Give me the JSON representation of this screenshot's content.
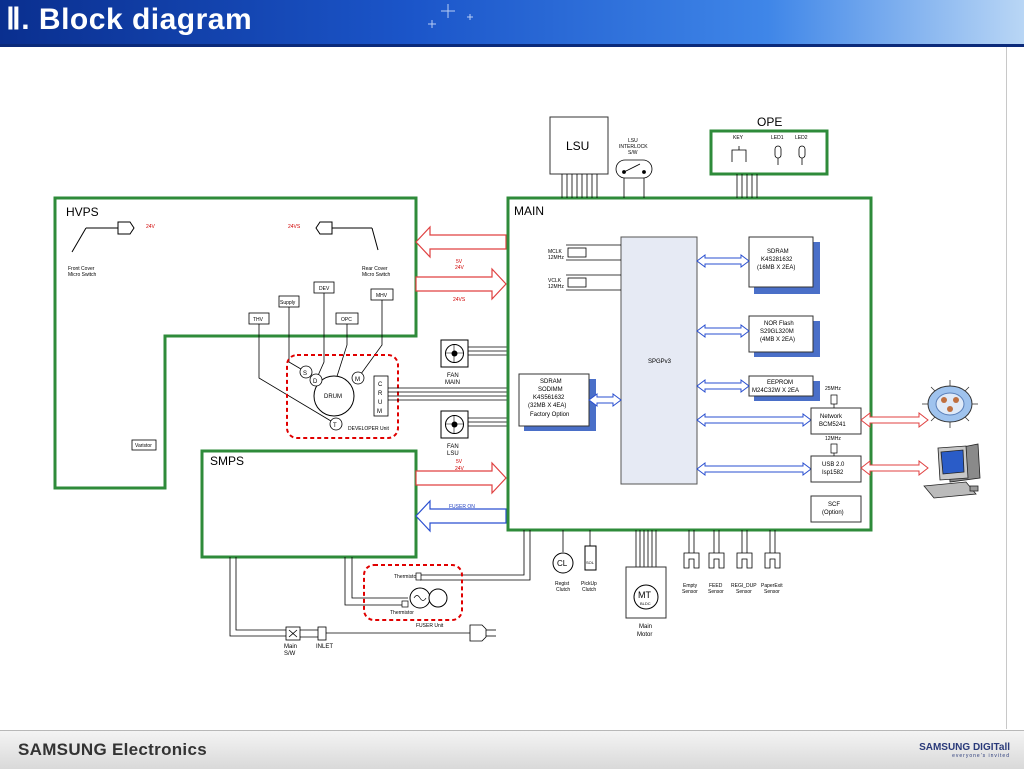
{
  "header": {
    "title": "Ⅱ. Block diagram"
  },
  "footer": {
    "left": "SAMSUNG Electronics",
    "right": "SAMSUNG DIGITall",
    "tagline": "everyone's invited"
  },
  "blocks": {
    "hvps": "HVPS",
    "main": "MAIN",
    "smps": "SMPS",
    "ope": "OPE",
    "lsu": "LSU",
    "lsu_interlock": [
      "LSU",
      "INTERLOCK",
      "S/W"
    ],
    "key": "KEY",
    "led1": "LED1",
    "led2": "LED2",
    "v24": "24V",
    "v24s": "24VS",
    "front_cover": [
      "Front Cover",
      "Micro Switch"
    ],
    "rear_cover": [
      "Rear Cover",
      "Micro Switch"
    ],
    "thv": "THV",
    "supply": "Supply",
    "dev": "DEV",
    "opc": "OPC",
    "mhv": "MHV",
    "varistor": "Varistor",
    "drum": "DRUM",
    "s": "S",
    "d": "D",
    "m": "M",
    "t": "T",
    "crum": [
      "C",
      "R",
      "U",
      "M"
    ],
    "developer_unit": "DEVELOPER Unit",
    "fan_main": [
      "FAN",
      "MAIN"
    ],
    "fan_lsu": [
      "FAN",
      "LSU"
    ],
    "arrow_5v_24v": [
      "5V",
      "24V"
    ],
    "arrow_24vs": "24VS",
    "arrow_smps_5v_24v": [
      "5V",
      "24V"
    ],
    "fuser_on": "FUSER ON",
    "mclk": [
      "MCLK",
      "12MHz"
    ],
    "vclk": [
      "VCLK",
      "12MHz"
    ],
    "sdram_main": [
      "SDRAM",
      "K4S281632",
      "(16MB X 2EA)"
    ],
    "nor_flash": [
      "NOR Flash",
      "S29GL320M",
      "(4MB X 2EA)"
    ],
    "eeprom": [
      "EEPROM",
      "M24C32W X 2EA"
    ],
    "spgp": "SPGPv3",
    "sodimm": [
      "SDRAM",
      "SODIMM",
      "K4S561632",
      "(32MB X 4EA)",
      "Factory Option"
    ],
    "mhz25": "25MHz",
    "network": [
      "Network",
      "BCM5241"
    ],
    "mhz12": "12MHz",
    "usb": [
      "USB 2.0",
      "Isp1582"
    ],
    "scf": [
      "SCF",
      "(Option)"
    ],
    "cl": "CL",
    "sol": "SOL",
    "regi_clutch": [
      "Regist",
      "Clutch"
    ],
    "pickup_clutch": [
      "PickUp",
      "Clutch"
    ],
    "mt": "MT",
    "bldc": "BLDC",
    "main_motor": [
      "Main",
      "Motor"
    ],
    "empty_sensor": [
      "Empty",
      "Sensor"
    ],
    "feed_sensor": [
      "FEED",
      "Sensor"
    ],
    "regi_dup_sensor": [
      "REGI_DUP",
      "Sensor"
    ],
    "paper_exit_sensor": [
      "PaperExit",
      "Sensor"
    ],
    "thermistor1": "Thermistor",
    "thermistor2": "Thermistor",
    "fuser_unit": "FUSER Unit",
    "main_sw": [
      "Main",
      "S/W"
    ],
    "inlet": "INLET"
  }
}
